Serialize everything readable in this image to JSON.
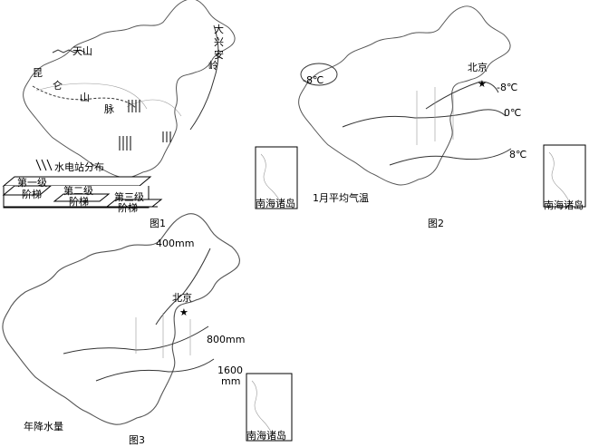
{
  "maps": {
    "map1": {
      "caption": "图1",
      "mountains": [
        "天山",
        "昆",
        "仑",
        "山",
        "脉",
        "大",
        "兴",
        "安",
        "岭"
      ],
      "legend_hydro": "水电站分布",
      "steps": [
        "第一级",
        "阶梯",
        "第二级",
        "阶梯",
        "第三级",
        "阶梯"
      ],
      "inset_label": "南海诸岛"
    },
    "map2": {
      "caption": "图2",
      "title": "1月平均气温",
      "city": "北京",
      "isotherms": [
        "-8℃",
        "-8℃",
        "0℃",
        "8℃"
      ],
      "inset_label": "南海诸岛"
    },
    "map3": {
      "caption": "图3",
      "title": "年降水量",
      "city": "北京",
      "isohyets": [
        "400mm",
        "800mm",
        "1600",
        "mm"
      ],
      "inset_label": "南海诸岛"
    }
  }
}
